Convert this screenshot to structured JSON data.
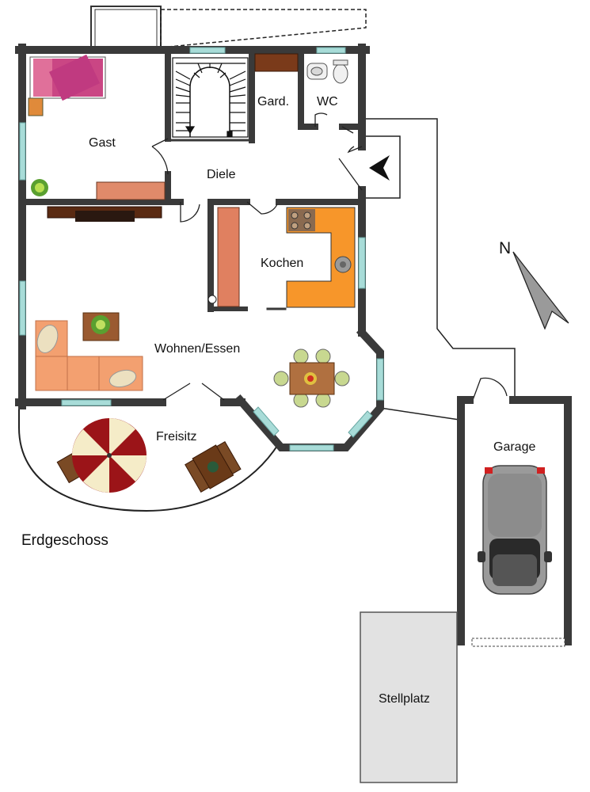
{
  "rooms": {
    "gast": "Gast",
    "garderobe": "Gard.",
    "wc": "WC",
    "diele": "Diele",
    "kochen": "Kochen",
    "wohnen_essen": "Wohnen/Essen",
    "freisitz": "Freisitz",
    "garage": "Garage",
    "stellplatz": "Stellplatz"
  },
  "floor_title": "Erdgeschoss",
  "compass": {
    "north_label": "N"
  },
  "colors": {
    "wall": "#3a3a3a",
    "window": "#a8dcd8",
    "sofa": "#f3a070",
    "kitchen": "#f7962a",
    "sideboard": "#e08a6a",
    "umbrella_red": "#9b1418",
    "umbrella_cream": "#f5ecc8",
    "table_brown": "#7a4a25",
    "stellplatz": "#e2e2e2",
    "car_body": "#9a9a9a"
  }
}
